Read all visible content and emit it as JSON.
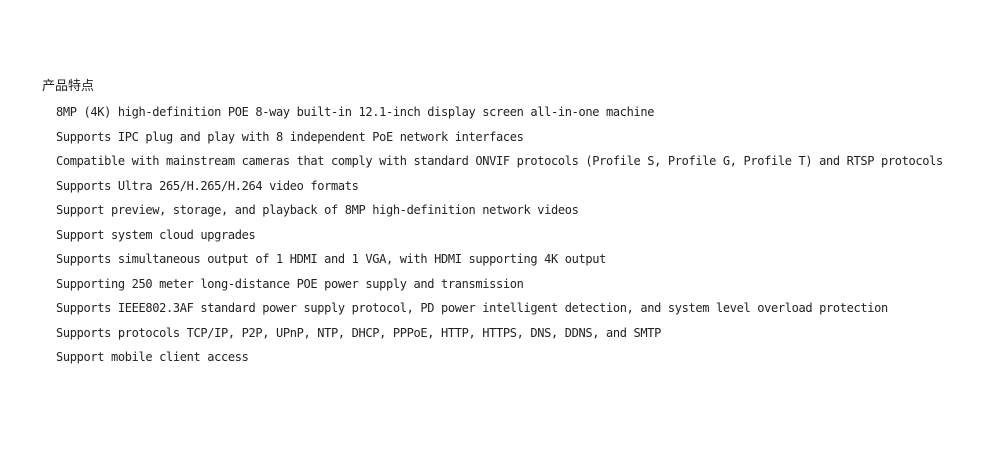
{
  "section": {
    "title": "产品特点",
    "features": [
      "8MP (4K) high-definition POE 8-way built-in 12.1-inch display screen all-in-one machine",
      "Supports IPC plug and play with 8 independent PoE network interfaces",
      "Compatible with mainstream cameras that comply with standard ONVIF protocols (Profile S, Profile G, Profile T) and RTSP protocols",
      "Supports Ultra 265/H.265/H.264 video formats",
      "Support preview, storage, and playback of 8MP high-definition network videos",
      "Support system cloud upgrades",
      "Supports simultaneous output of 1 HDMI and 1 VGA, with HDMI supporting 4K output",
      "Supporting 250 meter long-distance POE power supply and transmission",
      "Supports IEEE802.3AF standard power supply protocol, PD power intelligent detection, and system level overload protection",
      "Supports protocols TCP/IP, P2P, UPnP, NTP, DHCP, PPPoE, HTTP, HTTPS, DNS, DDNS, and SMTP",
      "Support mobile client access"
    ]
  }
}
